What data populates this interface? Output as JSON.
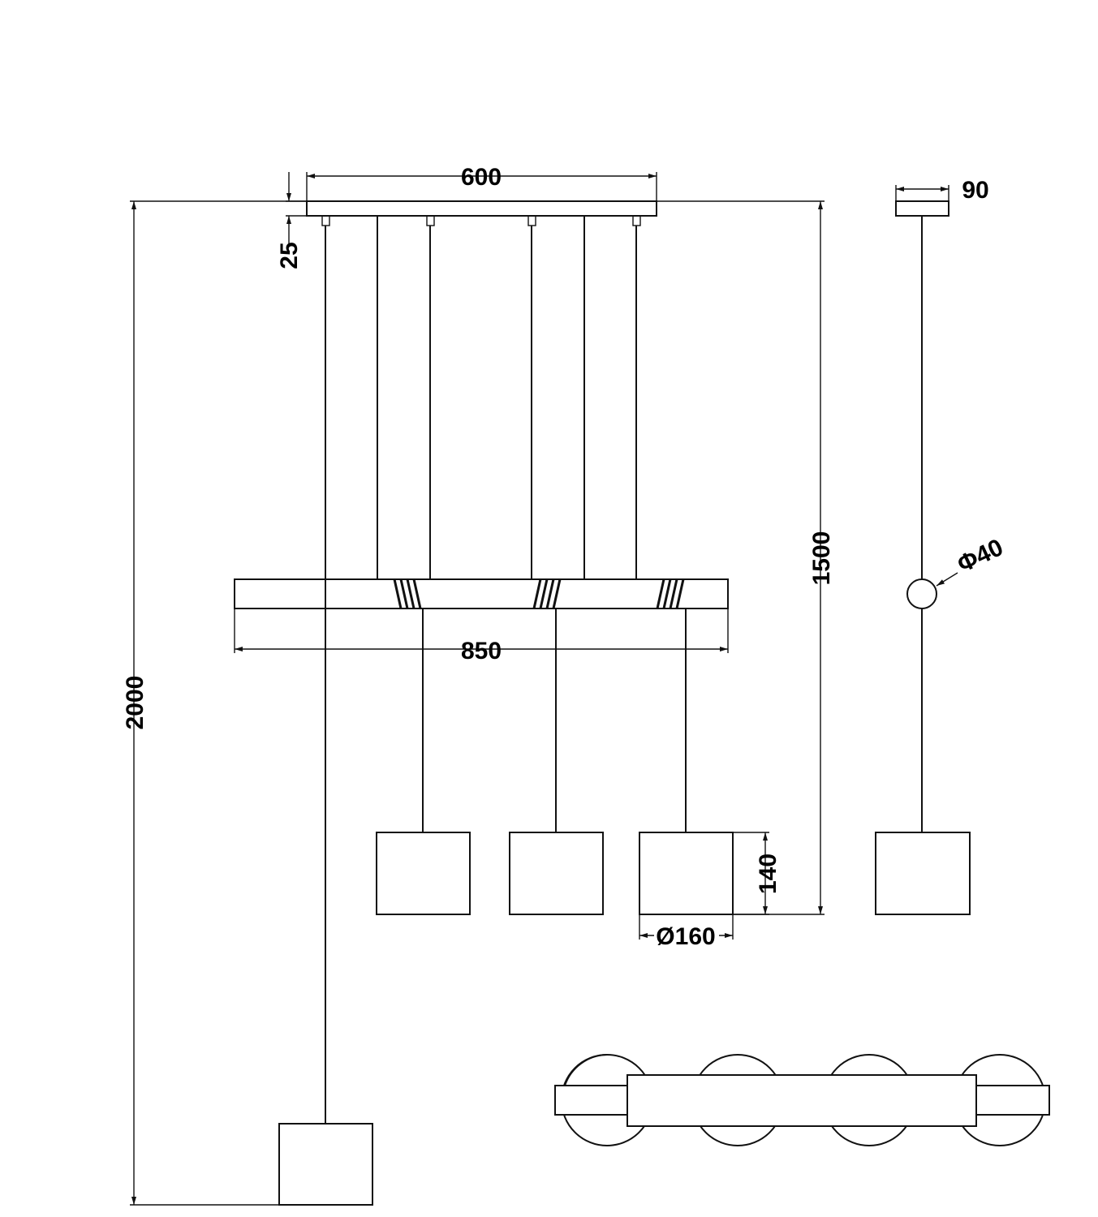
{
  "colors": {
    "line": "#111111",
    "background": "#ffffff"
  },
  "dimensions": {
    "canopy_width": "600",
    "canopy_height": "25",
    "overall_height": "2000",
    "drop_height": "1500",
    "bar_width": "850",
    "shade_height": "140",
    "shade_diameter": "Ø160",
    "side_canopy_width": "90",
    "cable_joint_diameter": "Φ40"
  }
}
